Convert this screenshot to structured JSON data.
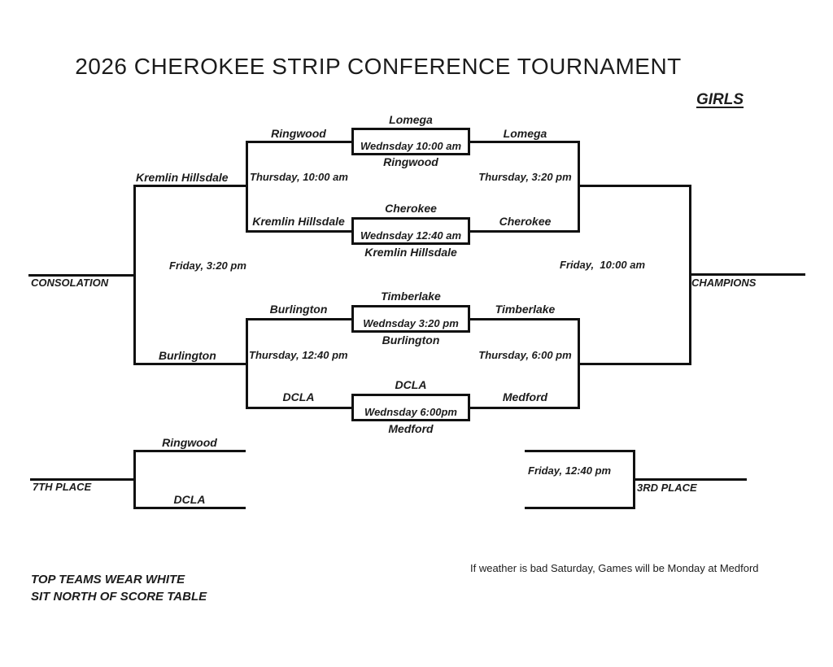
{
  "header": {
    "title": "2026 CHEROKEE STRIP CONFERENCE TOURNAMENT",
    "division": "GIRLS"
  },
  "round1_games": {
    "game1": {
      "label_above": "Lomega",
      "time": "Wednsday 10:00 am",
      "label_below": "Ringwood",
      "loser_left": "Ringwood",
      "winner_right": "Lomega"
    },
    "game2": {
      "label_above": "Cherokee",
      "time": "Wednsday 12:40 am",
      "label_below": "Kremlin Hillsdale",
      "loser_left": "Kremlin Hillsdale",
      "winner_right": "Cherokee"
    },
    "game3": {
      "label_above": "Timberlake",
      "time": "Wednsday 3:20 pm",
      "label_below": "Burlington",
      "loser_left": "Burlington",
      "winner_right": "Timberlake"
    },
    "game4": {
      "label_above": "DCLA",
      "time": "Wednsday 6:00pm",
      "label_below": "Medford",
      "loser_left": "DCLA",
      "winner_right": "Medford"
    }
  },
  "consolation_bracket": {
    "semi_top": {
      "time": "Thursday, 10:00 am",
      "winner": "Kremlin Hillsdale"
    },
    "semi_bottom": {
      "time": "Thursday, 12:40 pm",
      "winner": "Burlington"
    },
    "final_time": "Friday, 3:20 pm",
    "label": "CONSOLATION"
  },
  "championship_bracket": {
    "semi_top": {
      "time": "Thursday, 3:20 pm"
    },
    "semi_bottom": {
      "time": "Thursday, 6:00 pm"
    },
    "final_time": "Friday,  10:00 am",
    "label": "CHAMPIONS"
  },
  "seventh_place": {
    "team_top": "Ringwood",
    "team_bottom": "DCLA",
    "label": "7TH PLACE"
  },
  "third_place": {
    "time": "Friday, 12:40 pm",
    "label": "3RD PLACE"
  },
  "footer_notes": {
    "note1": "TOP TEAMS WEAR WHITE",
    "note2": "SIT NORTH OF SCORE TABLE",
    "weather_note": "If weather is bad Saturday, Games will be Monday at Medford"
  }
}
